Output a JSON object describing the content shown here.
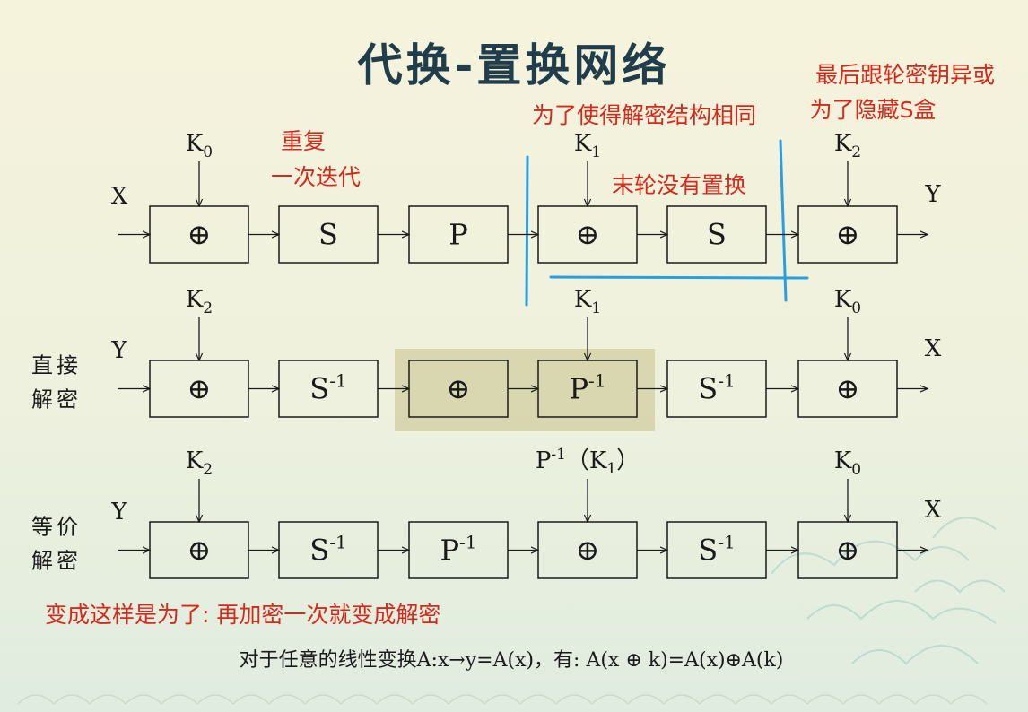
{
  "title": "代换-置换网络",
  "notes": {
    "repeat_line1": "重复",
    "repeat_line2": "一次迭代",
    "same_structure": "为了使得解密结构相同",
    "last_round": "末轮没有置换",
    "xor_key_line1": "最后跟轮密钥异或",
    "xor_key_line2": "为了隐藏S盒",
    "become_like_this": "变成这样是为了: 再加密一次就变成解密"
  },
  "rows": [
    {
      "label_line1": "",
      "label_line2": "",
      "input": "X",
      "output": "Y",
      "blocks": [
        "⊕",
        "S",
        "P",
        "⊕",
        "S",
        "⊕"
      ],
      "keys": [
        {
          "base": "K",
          "sub": "0"
        },
        {
          "base": "K",
          "sub": "1"
        },
        {
          "base": "K",
          "sub": "2"
        }
      ]
    },
    {
      "label_line1": "直接",
      "label_line2": "解密",
      "input": "Y",
      "output": "X",
      "blocks": [
        "⊕",
        "S-1",
        "⊕",
        "P-1",
        "S-1",
        "⊕"
      ],
      "keys": [
        {
          "base": "K",
          "sub": "2"
        },
        {
          "base": "K",
          "sub": "1"
        },
        {
          "base": "K",
          "sub": "0"
        }
      ]
    },
    {
      "label_line1": "等价",
      "label_line2": "解密",
      "input": "Y",
      "output": "X",
      "blocks": [
        "⊕",
        "S-1",
        "P-1",
        "⊕",
        "S-1",
        "⊕"
      ],
      "keys": [
        {
          "base": "K",
          "sub": "2"
        },
        {
          "base": "P-1（K1）",
          "sub": ""
        },
        {
          "base": "K",
          "sub": "0"
        }
      ]
    }
  ],
  "formula": "对于任意的线性变换A:x→y=A(x)，有: A(x ⊕ k)=A(x)⊕A(k)",
  "colors": {
    "red_note": "#d42a1c",
    "blue_mark": "#2a9fe0",
    "highlight": "#c9c188"
  }
}
